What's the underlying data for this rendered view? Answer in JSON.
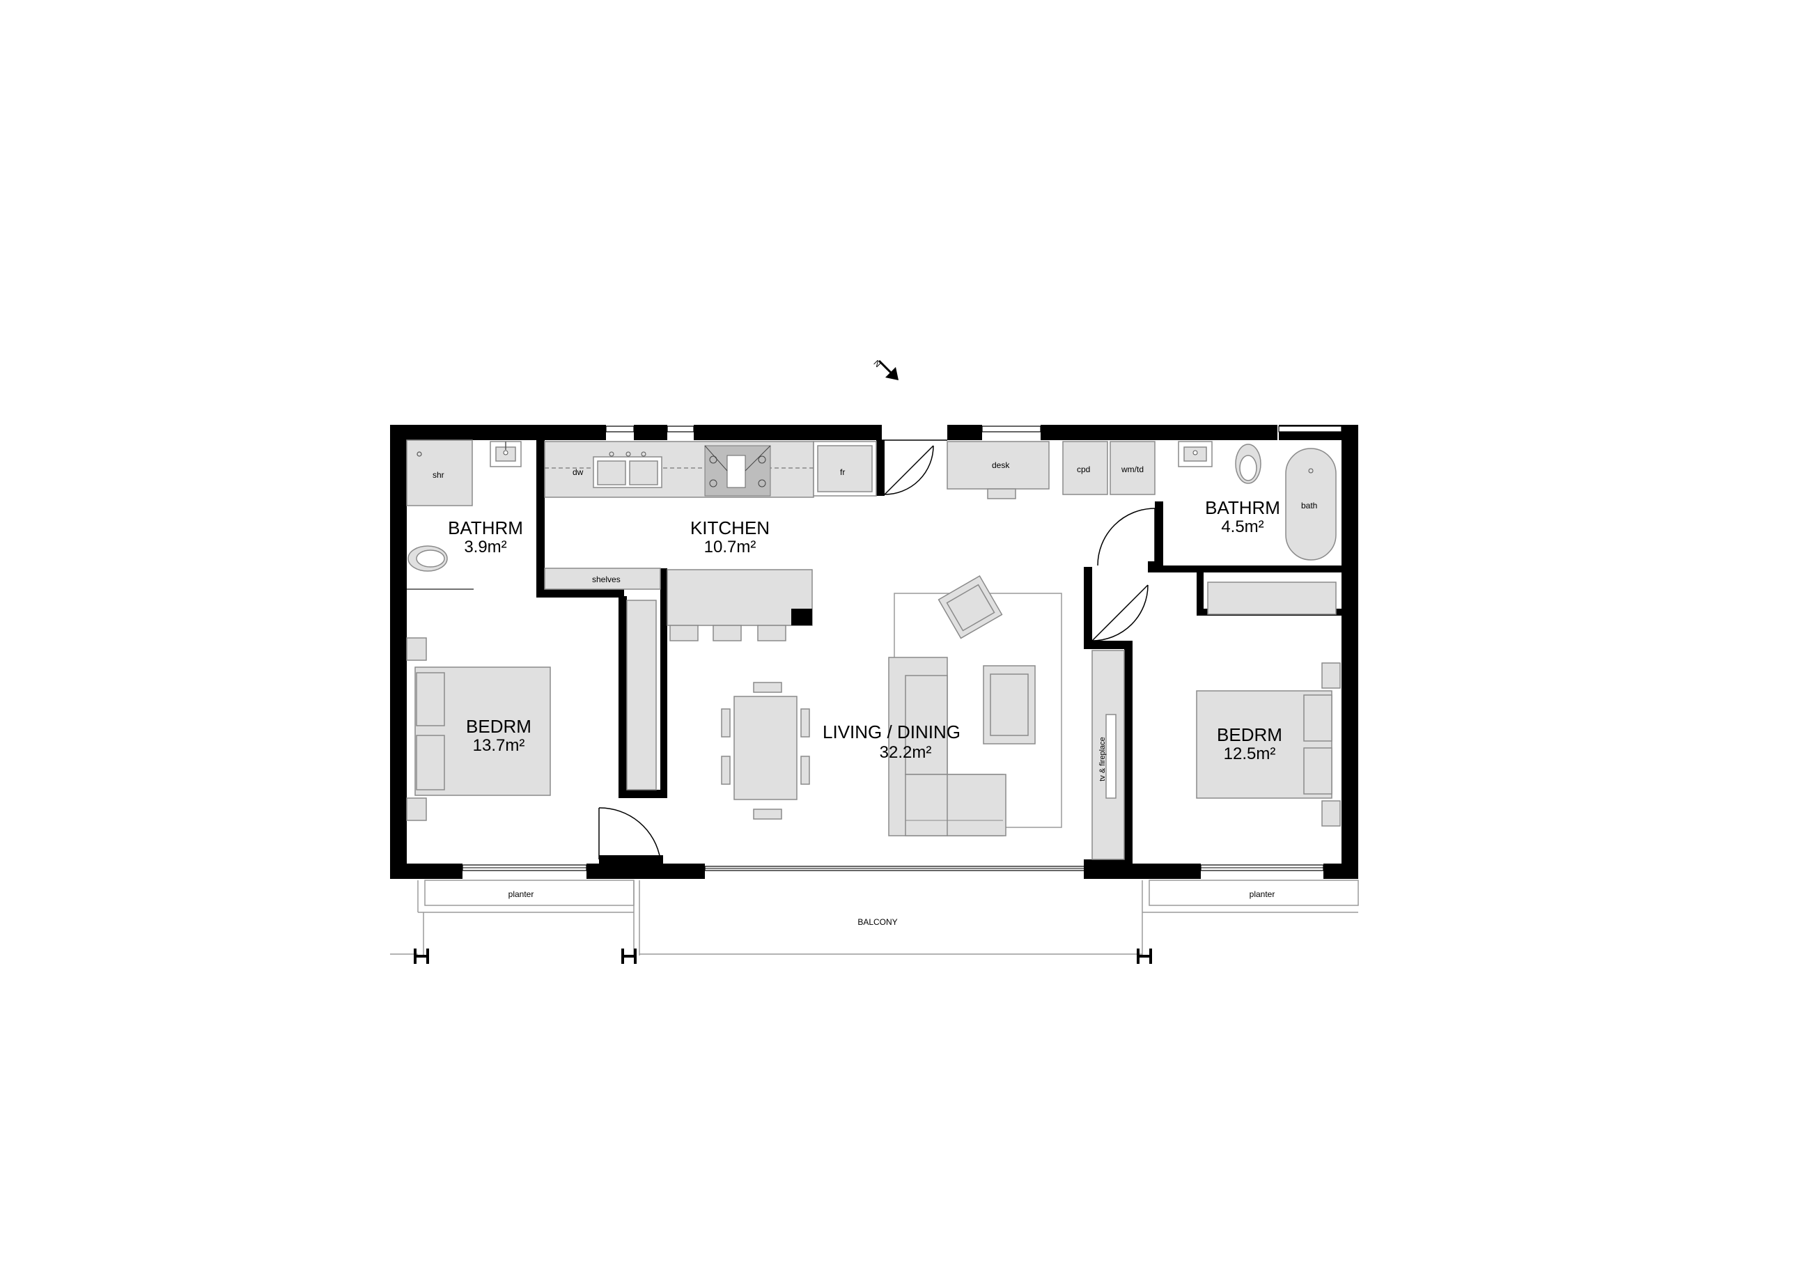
{
  "rooms": {
    "bath1": {
      "name": "BATHRM",
      "area": "3.9m²"
    },
    "kitchen": {
      "name": "KITCHEN",
      "area": "10.7m²"
    },
    "bath2": {
      "name": "BATHRM",
      "area": "4.5m²"
    },
    "bed1": {
      "name": "BEDRM",
      "area": "13.7m²"
    },
    "living": {
      "name": "LIVING / DINING",
      "area": "32.2m²"
    },
    "bed2": {
      "name": "BEDRM",
      "area": "12.5m²"
    }
  },
  "fixtures": {
    "shower": "shr",
    "dishwasher": "dw",
    "fridge": "fr",
    "desk": "desk",
    "cupboard": "cpd",
    "laundry": "wm/td",
    "bath": "bath",
    "shelves": "shelves",
    "tv": "tv & fireplace",
    "planter_left": "planter",
    "planter_right": "planter",
    "balcony": "BALCONY"
  },
  "north_arrow": "N"
}
